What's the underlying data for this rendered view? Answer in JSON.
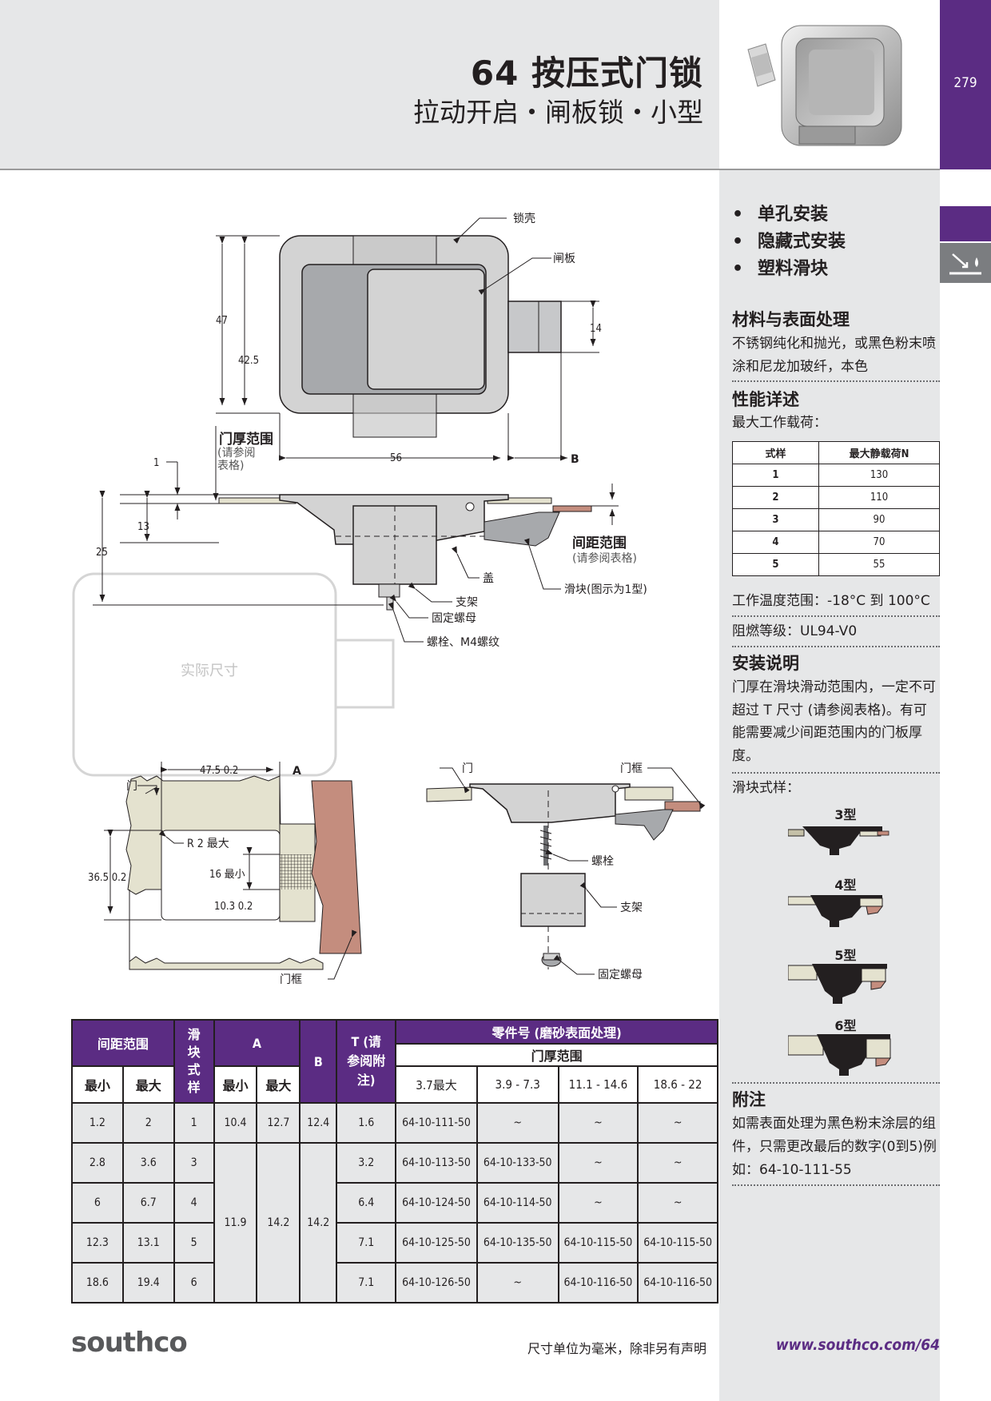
{
  "header": {
    "title": "64 按压式门锁",
    "subtitle": "拉动开启・闸板锁・小型",
    "page_number": "279"
  },
  "features": [
    "单孔安装",
    "隐藏式安装",
    "塑料滑块"
  ],
  "materials": {
    "heading": "材料与表面处理",
    "text": "不锈钢纯化和抛光，或黑色粉末喷涂和尼龙加玻纤，本色"
  },
  "performance": {
    "heading": "性能详述",
    "max_load_label": "最大工作载荷：",
    "table_headers": [
      "式样",
      "最大静载荷N"
    ],
    "rows": [
      [
        "1",
        "130"
      ],
      [
        "2",
        "110"
      ],
      [
        "3",
        "90"
      ],
      [
        "4",
        "70"
      ],
      [
        "5",
        "55"
      ]
    ],
    "temp_range": "工作温度范围：-18°C 到 100°C",
    "flammability": "阻燃等级：UL94-V0"
  },
  "installation": {
    "heading": "安装说明",
    "text": "门厚在滑块滑动范围内，一定不可超过 T 尺寸 (请参阅表格)。有可能需要减少间距范围内的门板厚度。",
    "slider_styles_label": "滑块式样：",
    "slider_styles": [
      "3型",
      "4型",
      "5型",
      "6型"
    ]
  },
  "notes": {
    "heading": "附注",
    "text": "如需表面处理为黑色粉末涂层的组件，只需更改最后的数字(0到5)例如：64-10-111-55"
  },
  "drawing_labels": {
    "housing": "锁壳",
    "latch": "闸板",
    "door_thickness_range": "门厚范围",
    "door_thickness_note_1": "(请参阅",
    "door_thickness_note_2": "表格)",
    "grip_range": "间距范围",
    "grip_range_note": "(请参阅表格)",
    "cover": "盖",
    "bracket": "支架",
    "nut": "固定螺母",
    "bolt": "螺栓、M4螺纹",
    "slider": "滑块(图示为1型)",
    "actual_size": "实际尺寸",
    "door": "门",
    "frame": "门框",
    "radius": "R 2 最大",
    "min16": "16 最小",
    "bolt2": "螺栓",
    "bracket2": "支架",
    "nut2": "固定螺母",
    "frame_bottom": "门框",
    "dim_47": "47",
    "dim_42_5": "42.5",
    "dim_14": "14",
    "dim_56": "56",
    "dim_B": "B",
    "dim_1": "1",
    "dim_13": "13",
    "dim_25": "25",
    "dim_47_5": "47.5  0.2",
    "dim_A": "A",
    "dim_36_5": "36.5  0.2",
    "dim_10_3": "10.3  0.2"
  },
  "part_table": {
    "h_grip": "间距范围",
    "h_slider": "滑块式样",
    "h_A": "A",
    "h_B": "B",
    "h_T": "T (请参阅附注)",
    "h_part": "零件号 (磨砂表面处理)",
    "h_door_range": "门厚范围",
    "h_min": "最小",
    "h_max": "最大",
    "door_ranges": [
      "3.7最大",
      "3.9 - 7.3",
      "11.1 - 14.6",
      "18.6 - 22"
    ],
    "A_min_merged": "11.9",
    "A_max_merged": "14.2",
    "B_merged": "14.2",
    "rows": [
      {
        "min": "1.2",
        "max": "2",
        "style": "1",
        "a_min": "10.4",
        "a_max": "12.7",
        "b": "12.4",
        "t": "1.6",
        "p1": "64-10-111-50",
        "p2": "~",
        "p3": "~",
        "p4": "~"
      },
      {
        "min": "2.8",
        "max": "3.6",
        "style": "3",
        "t": "3.2",
        "p1": "64-10-113-50",
        "p2": "64-10-133-50",
        "p3": "~",
        "p4": "~"
      },
      {
        "min": "6",
        "max": "6.7",
        "style": "4",
        "t": "6.4",
        "p1": "64-10-124-50",
        "p2": "64-10-114-50",
        "p3": "~",
        "p4": "~"
      },
      {
        "min": "12.3",
        "max": "13.1",
        "style": "5",
        "t": "7.1",
        "p1": "64-10-125-50",
        "p2": "64-10-135-50",
        "p3": "64-10-115-50",
        "p4": "64-10-115-50"
      },
      {
        "min": "18.6",
        "max": "19.4",
        "style": "6",
        "t": "7.1",
        "p1": "64-10-126-50",
        "p2": "~",
        "p3": "64-10-116-50",
        "p4": "64-10-116-50"
      }
    ]
  },
  "footer": {
    "logo": "southco",
    "note": "尺寸单位为毫米，除非另有声明",
    "url": "www.southco.com/64"
  },
  "colors": {
    "brand_purple": "#5b2c83",
    "panel_gray": "#e6e7e8",
    "frame_brown": "#c48d7e",
    "door_beige": "#e4e2cf"
  }
}
